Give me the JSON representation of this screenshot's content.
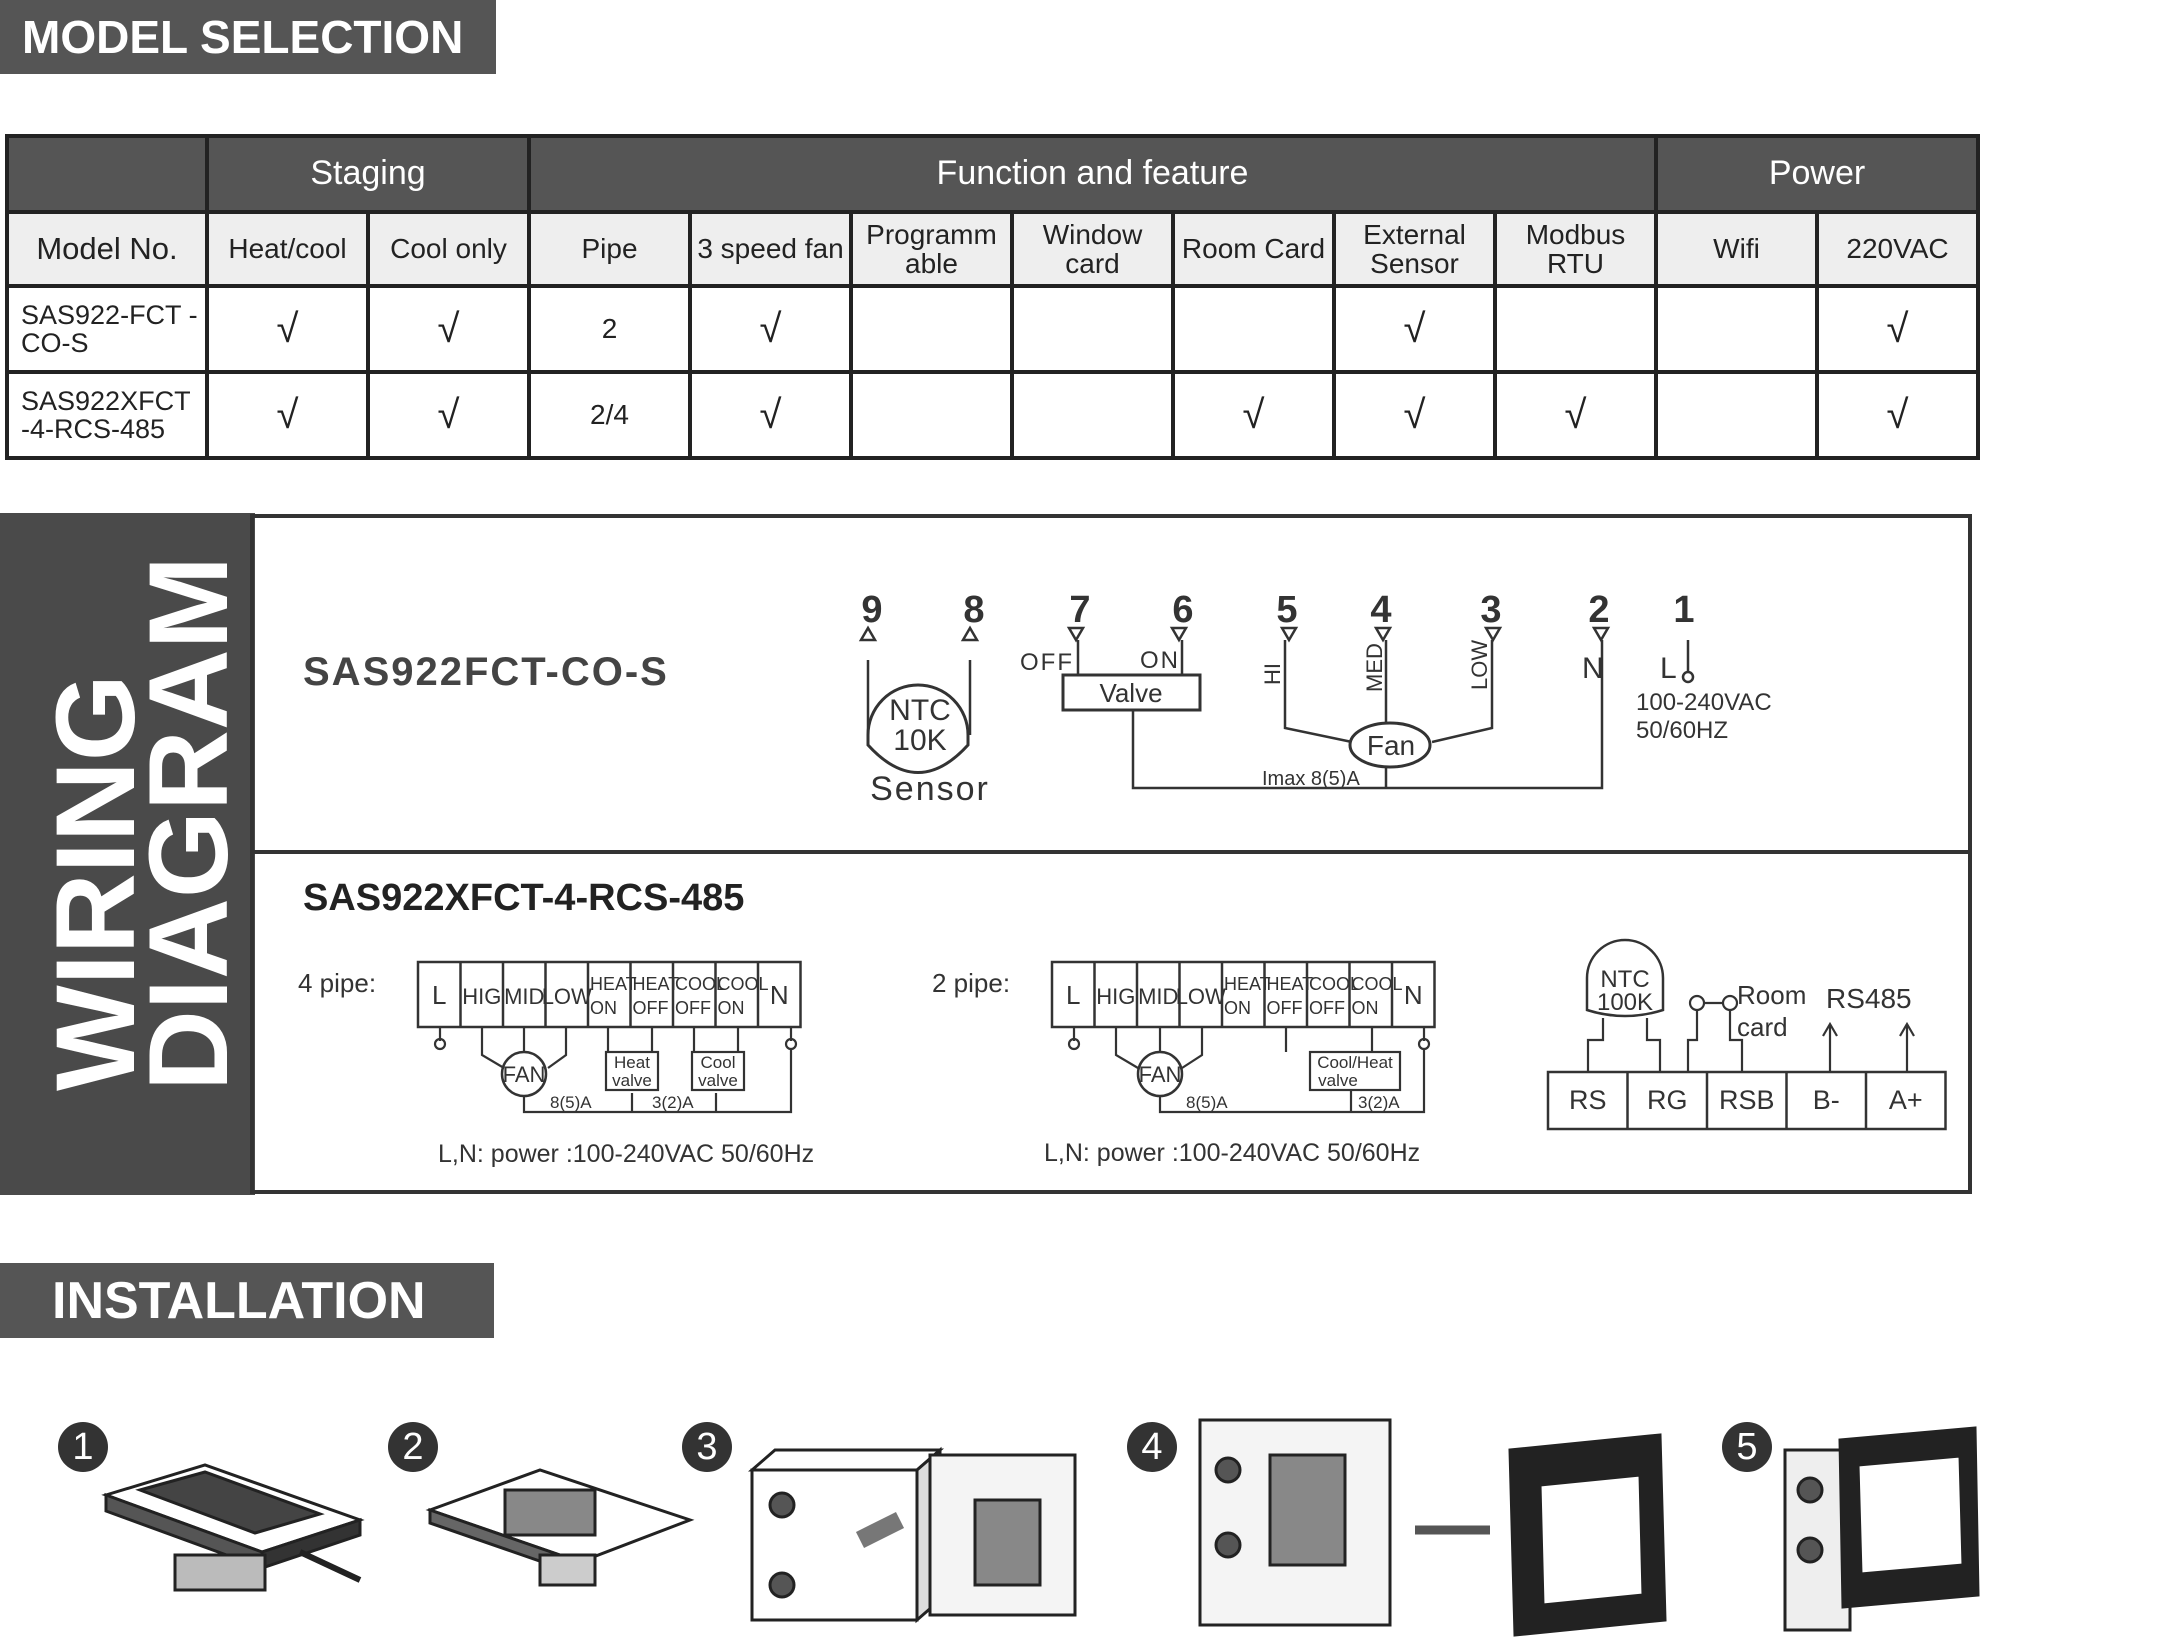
{
  "model_selection": {
    "title": "MODEL SELECTION",
    "groups": [
      "Staging",
      "Function and  feature",
      "Power"
    ],
    "headers": [
      "Model No.",
      "Heat/cool",
      "Cool only",
      "Pipe",
      "3 speed fan",
      "Programm able",
      "Window card",
      "Room Card",
      "External Sensor",
      "Modbus RTU",
      "Wifi",
      "220VAC"
    ],
    "check": "√",
    "rows": [
      {
        "model": "SAS922-FCT -CO-S",
        "pipe": "2",
        "flags": [
          true,
          true,
          false,
          true,
          false,
          false,
          false,
          true,
          false,
          false,
          true
        ]
      },
      {
        "model": "SAS922XFCT -4-RCS-485",
        "pipe": "2/4",
        "flags": [
          true,
          true,
          false,
          true,
          false,
          false,
          true,
          true,
          true,
          false,
          true
        ]
      }
    ]
  },
  "wiring": {
    "side_title_1": "WIRING",
    "side_title_2": "DIAGRAM",
    "model1": {
      "name": "SAS922FCT-CO-S",
      "terminals": [
        "9",
        "8",
        "7",
        "6",
        "5",
        "4",
        "3",
        "2",
        "1"
      ],
      "sensor_line1": "NTC",
      "sensor_line2": "10K",
      "sensor_label": "Sensor",
      "valve": "Valve",
      "off": "OFF",
      "on": "ON",
      "hi": "HI",
      "med": "MED",
      "low": "LOW",
      "n": "N",
      "l": "L",
      "fan": "Fan",
      "imax": "Imax 8(5)A",
      "power1": "100-240VAC",
      "power2": "50/60HZ"
    },
    "model2": {
      "name": "SAS922XFCT-4-RCS-485",
      "four_pipe_label": "4 pipe:",
      "two_pipe_label": "2 pipe:",
      "terminals_4": [
        [
          "L"
        ],
        [
          "HIG"
        ],
        [
          "MID"
        ],
        [
          "LOW"
        ],
        [
          "HEAT",
          "ON"
        ],
        [
          "HEAT",
          "OFF"
        ],
        [
          "COOL",
          "OFF"
        ],
        [
          "COOL",
          "ON"
        ],
        [
          "N"
        ]
      ],
      "terminals_2": [
        [
          "L"
        ],
        [
          "HIG"
        ],
        [
          "MID"
        ],
        [
          "LOW"
        ],
        [
          "HEAT",
          "ON"
        ],
        [
          "HEAT",
          "OFF"
        ],
        [
          "COOL",
          "OFF"
        ],
        [
          "COOL",
          "ON"
        ],
        [
          "N"
        ]
      ],
      "fan": "FAN",
      "heat_valve": [
        "Heat",
        "valve"
      ],
      "cool_valve": [
        "Cool",
        "valve"
      ],
      "coolheat_valve": [
        "Cool/Heat",
        "valve"
      ],
      "amp1": "8(5)A",
      "amp2": "3(2)A",
      "power_note": "L,N: power :100-240VAC   50/60Hz",
      "ntc": [
        "NTC",
        "100K"
      ],
      "room_card": [
        "Room",
        "card"
      ],
      "rs485": "RS485",
      "bus_terminals": [
        "RS",
        "RG",
        "RSB",
        "B-",
        "A+"
      ]
    }
  },
  "installation": {
    "title": "INSTALLATION",
    "steps": [
      "1",
      "2",
      "3",
      "4",
      "5"
    ]
  }
}
